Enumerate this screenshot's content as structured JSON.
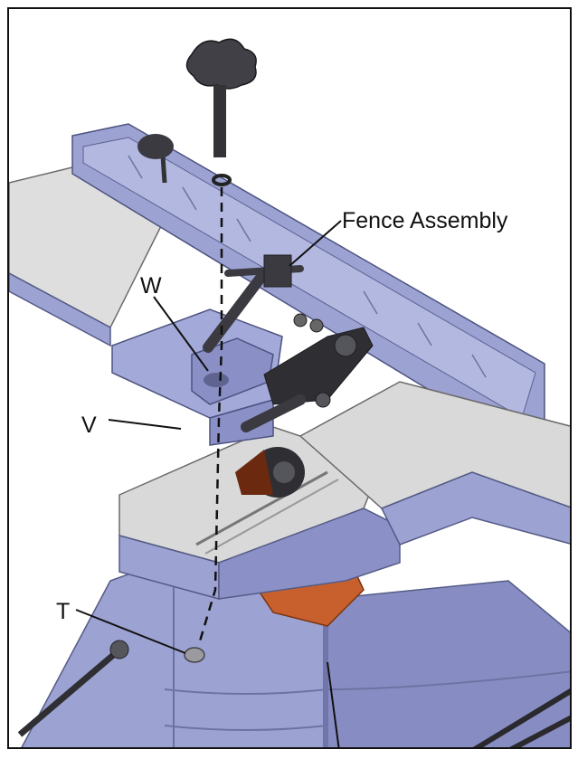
{
  "labels": {
    "fence_assembly": "Fence Assembly",
    "w": "W",
    "v": "V",
    "t": "T"
  },
  "colors": {
    "body_blue": "#9aa0d0",
    "body_blue_dark": "#6f76a8",
    "table_gray": "#dcdcdc",
    "copper": "#c8602e",
    "dark_part": "#2e2e33"
  }
}
